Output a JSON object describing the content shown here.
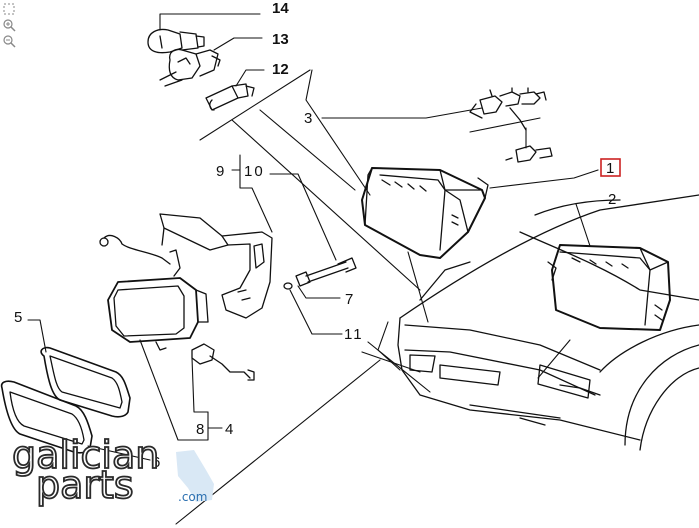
{
  "toolbar": {
    "tools": [
      {
        "name": "fit-page-icon"
      },
      {
        "name": "zoom-in-icon"
      },
      {
        "name": "zoom-out-icon"
      }
    ]
  },
  "callouts": {
    "c14": "14",
    "c13": "13",
    "c12": "12",
    "c3": "3",
    "c1": "1",
    "c2": "2",
    "c9": "9",
    "c10": "10",
    "c7": "7",
    "c11": "11",
    "c5": "5",
    "c8": "8",
    "c4": "4",
    "c6": "6"
  },
  "highlighted_callout": "1",
  "watermark": {
    "line1": "galician",
    "line2": "parts",
    "suffix": ".com"
  },
  "colors": {
    "highlight_box": "#cc2222",
    "ink": "#111111",
    "watermark_blue": "#2a6fb0"
  }
}
